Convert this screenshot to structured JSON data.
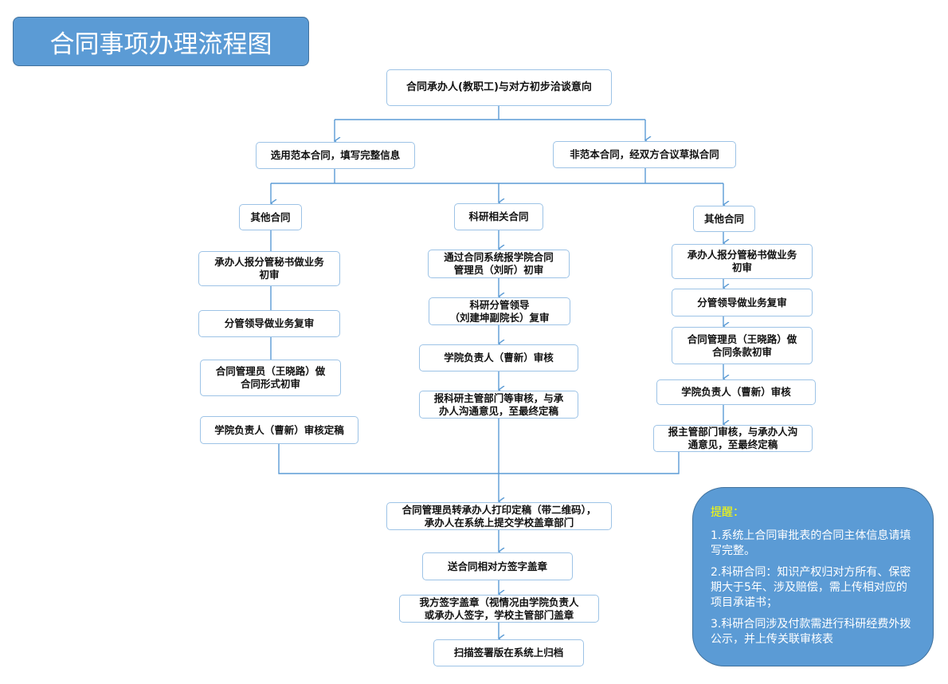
{
  "title": "合同事项办理流程图",
  "flow": {
    "start": "合同承办人(教职工)与对方初步洽谈意向",
    "template_contract": "选用范本合同，填写完整信息",
    "non_template_contract": "非范本合同，经双方合议草拟合同",
    "left": {
      "header": "其他合同",
      "steps": [
        "承办人报分管秘书做业务\n初审",
        "分管领导做业务复审",
        "合同管理员（王晓路）做\n合同形式初审",
        "学院负责人（曹新）审核定稿"
      ]
    },
    "middle": {
      "header": "科研相关合同",
      "steps": [
        "通过合同系统报学院合同\n管理员（刘昕）初审",
        "科研分管领导\n（刘建坤副院长）复审",
        "学院负责人（曹新）审核",
        "报科研主管部门等审核，与承\n办人沟通意见，至最终定稿"
      ]
    },
    "right": {
      "header": "其他合同",
      "steps": [
        "承办人报分管秘书做业务\n初审",
        "分管领导做业务复审",
        "合同管理员（王晓路）做\n合同条款初审",
        "学院负责人（曹新）审核",
        "报主管部门审核，与承办人沟\n通意见，至最终定稿"
      ]
    },
    "final": [
      "合同管理员转承办人打印定稿（带二维码），\n承办人在系统上提交学校盖章部门",
      "送合同相对方签字盖章",
      "我方签字盖章（视情况由学院负责人\n或承办人签字，学校主管部门盖章",
      "扫描签署版在系统上归档"
    ]
  },
  "reminder": {
    "heading": "提醒：",
    "items": [
      "1.系统上合同审批表的合同主体信息请填写完整。",
      "2.科研合同：知识产权归对方所有、保密期大于5年、涉及赔偿，需上传相对应的项目承诺书；",
      "3.科研合同涉及付款需进行科研经费外拨公示，并上传关联审核表"
    ]
  },
  "colors": {
    "accent": "#5b9bd5",
    "line": "#5b9bd5",
    "box_border": "#9dc3e6",
    "highlight": "#ffff00"
  }
}
